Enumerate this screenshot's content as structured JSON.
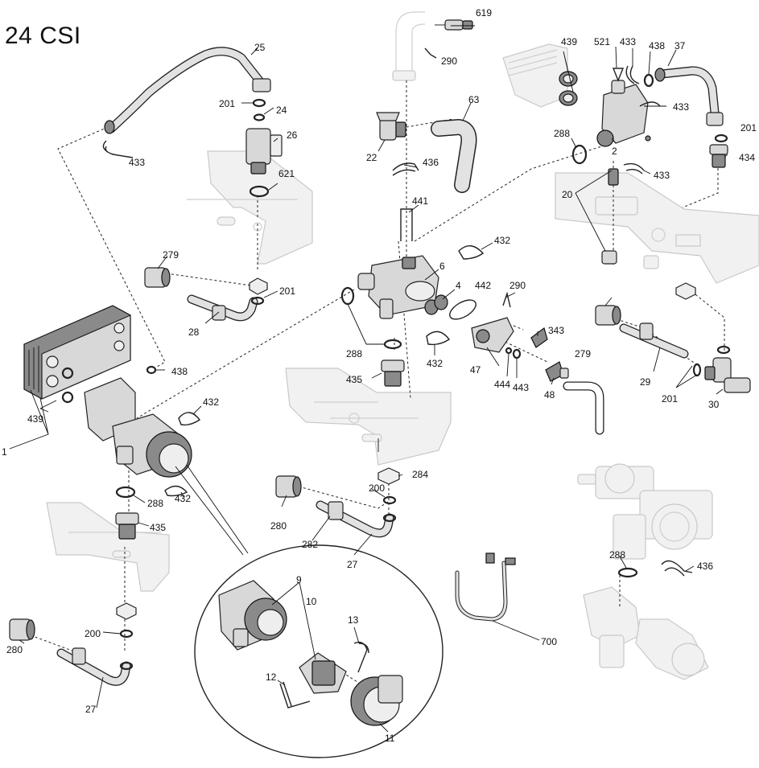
{
  "title": "24 CSI",
  "labels": [
    "619",
    "290",
    "439",
    "521",
    "433",
    "438",
    "37",
    "25",
    "201",
    "24",
    "26",
    "63",
    "433",
    "201",
    "22",
    "288",
    "2",
    "434",
    "433",
    "433",
    "436",
    "621",
    "20",
    "441",
    "432",
    "279",
    "6",
    "442",
    "290",
    "201",
    "4",
    "28",
    "438",
    "288",
    "343",
    "47",
    "444",
    "443",
    "279",
    "29",
    "435",
    "432",
    "48",
    "201",
    "30",
    "439",
    "1",
    "432",
    "284",
    "200",
    "288",
    "432",
    "280",
    "435",
    "282",
    "27",
    "9",
    "10",
    "13",
    "288",
    "436",
    "700",
    "200",
    "280",
    "12",
    "27",
    "11"
  ]
}
